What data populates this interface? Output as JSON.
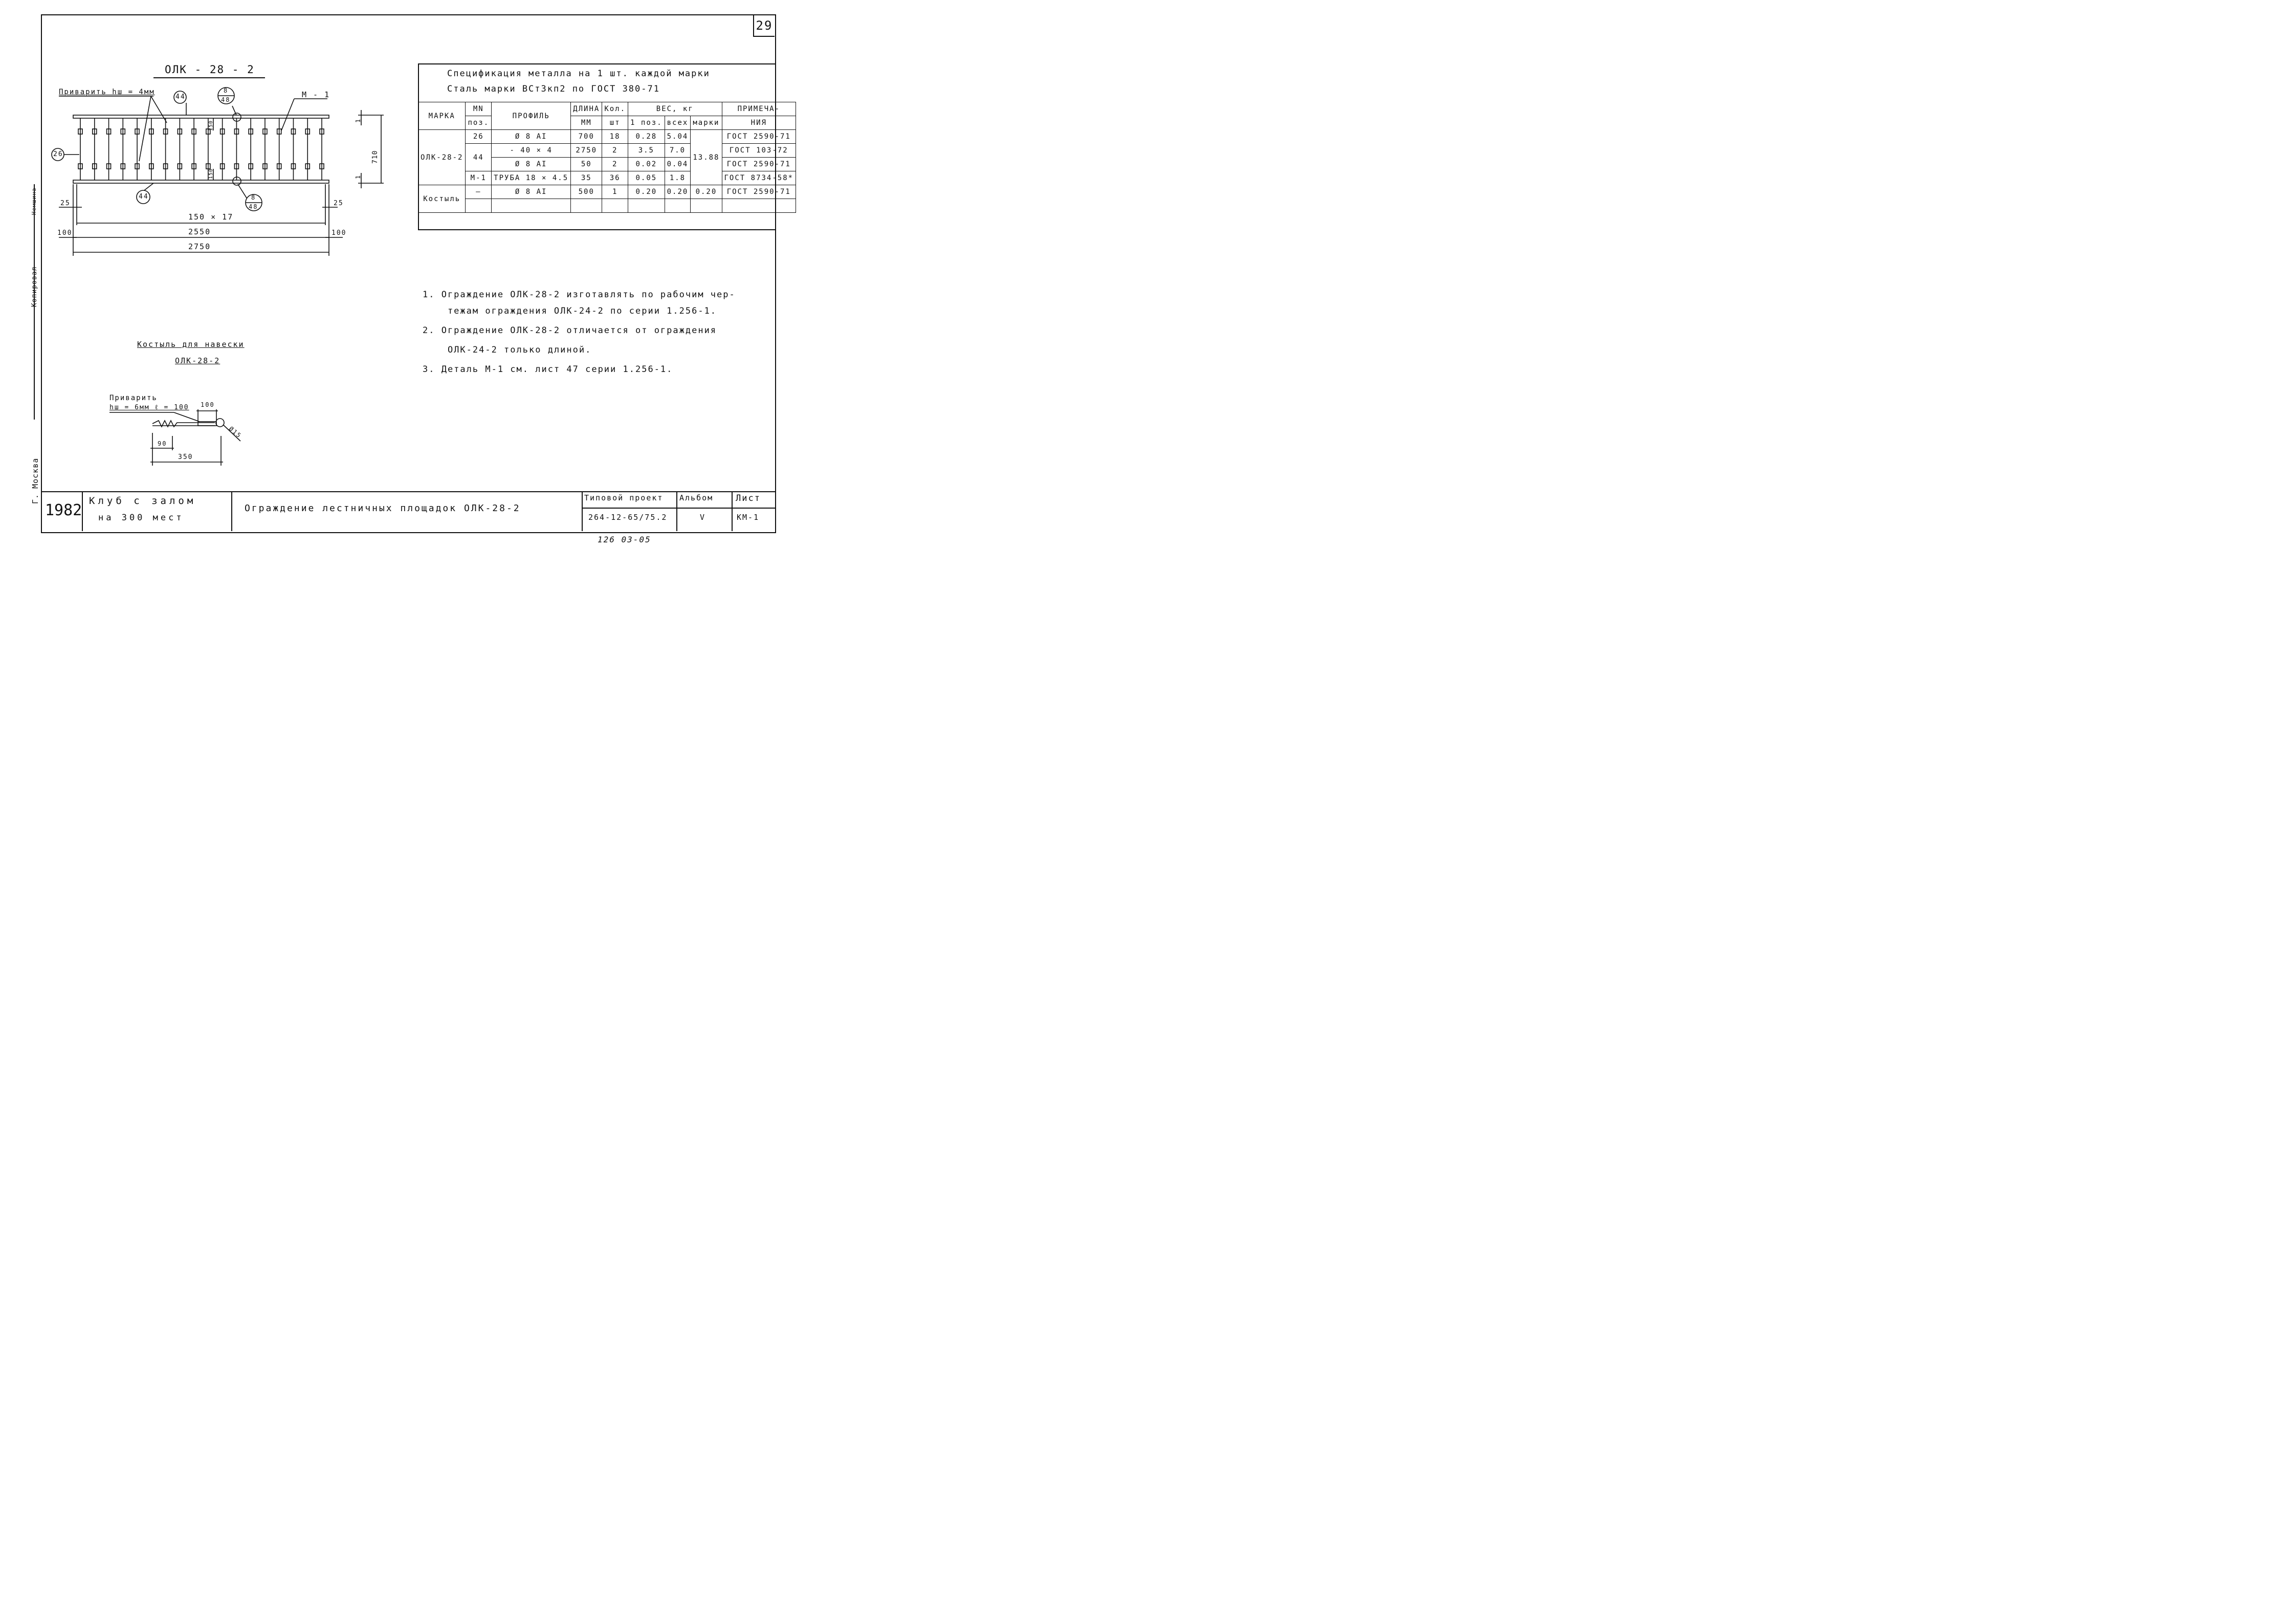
{
  "sheet_number": "29",
  "drawing": {
    "title": "ОЛК - 28 - 2",
    "weld_note": "Приварить hш = 4мм",
    "callouts": {
      "pos44_top": "44",
      "pos44_bottom": "44",
      "pos26": "26",
      "m1": "М - 1",
      "node_top_num": "8",
      "node_top_den": "48",
      "node_bot_num": "8",
      "node_bot_den": "48"
    },
    "dims": {
      "d150_top": "150",
      "d150_bot": "150",
      "height": "710",
      "d1_top": "1",
      "d1_bot": "1",
      "d25_left": "25",
      "d25_right": "25",
      "d100_left": "100",
      "d100_right": "100",
      "pitch": "150 × 17",
      "inner": "2550",
      "overall": "2750"
    }
  },
  "crutch": {
    "title1": "Костыль для навески",
    "title2": "ОЛК-28-2",
    "weld1": "Приварить",
    "weld2": "hш = 6мм  ℓ = 100",
    "d100": "100",
    "d90": "90",
    "d350": "350",
    "d015": "Ø15"
  },
  "spec": {
    "title1": "Спецификация металла на 1 шт. каждой марки",
    "title2": "Сталь марки ВСт3кп2 по ГОСТ 380-71",
    "headers": {
      "marka": "МАРКА",
      "pos_a": "МN",
      "pos_b": "поз.",
      "profile": "ПРОФИЛЬ",
      "length_a": "ДЛИНА",
      "length_b": "ММ",
      "qty_a": "Кол.",
      "qty_b": "шт",
      "weight": "ВЕС, кг",
      "w1": "1 поз.",
      "wall": "всех",
      "wmark": "марки",
      "note_a": "ПРИМЕЧА-",
      "note_b": "НИЯ"
    },
    "rows": [
      {
        "marka": "ОЛК-28-2",
        "pos": "26",
        "profile": "Ø 8 AI",
        "length": "700",
        "qty": "18",
        "w1": "0.28",
        "wall": "5.04",
        "wmark": "13.88",
        "note": "ГОСТ 2590-71"
      },
      {
        "pos": "44",
        "profile": "- 40 × 4",
        "length": "2750",
        "qty": "2",
        "w1": "3.5",
        "wall": "7.0",
        "note": "ГОСТ 103-72"
      },
      {
        "profile": "Ø 8 AI",
        "length": "50",
        "qty": "2",
        "w1": "0.02",
        "wall": "0.04",
        "note": "ГОСТ 2590-71"
      },
      {
        "pos": "М-1",
        "profile": "ТРУБА 18 × 4.5",
        "length": "35",
        "qty": "36",
        "w1": "0.05",
        "wall": "1.8",
        "note": "ГОСТ 8734-58*"
      },
      {
        "marka": "Костыль",
        "pos": "—",
        "profile": "Ø 8 AI",
        "length": "500",
        "qty": "1",
        "w1": "0.20",
        "wall": "0.20",
        "wmark": "0.20",
        "note": "ГОСТ 2590-71"
      }
    ]
  },
  "notes": [
    "1.  Ограждение ОЛК-28-2 изготавлять по рабочим чер-",
    "    тежам ограждения ОЛК-24-2 по серии 1.256-1.",
    "2.  Ограждение ОЛК-28-2 отличается от ограждения",
    "    ОЛК-24-2 только длиной.",
    "3.  Деталь М-1 см. лист 47 серии 1.256-1."
  ],
  "title_block": {
    "year": "1982",
    "object1": "Клуб с залом",
    "object2": "на 300 мест",
    "name": "Ограждение лестничных площадок ОЛК-28-2",
    "project_label": "Типовой проект",
    "project_code": "264-12-65/75.2",
    "album_label": "Альбом",
    "album_value": "V",
    "sheet_label": "Лист",
    "sheet_value": "КМ-1"
  },
  "side_stamps": {
    "city": "Г. Москва",
    "copied": "Копировал",
    "checked": "Немшина"
  },
  "archive_code": "126 03-05"
}
